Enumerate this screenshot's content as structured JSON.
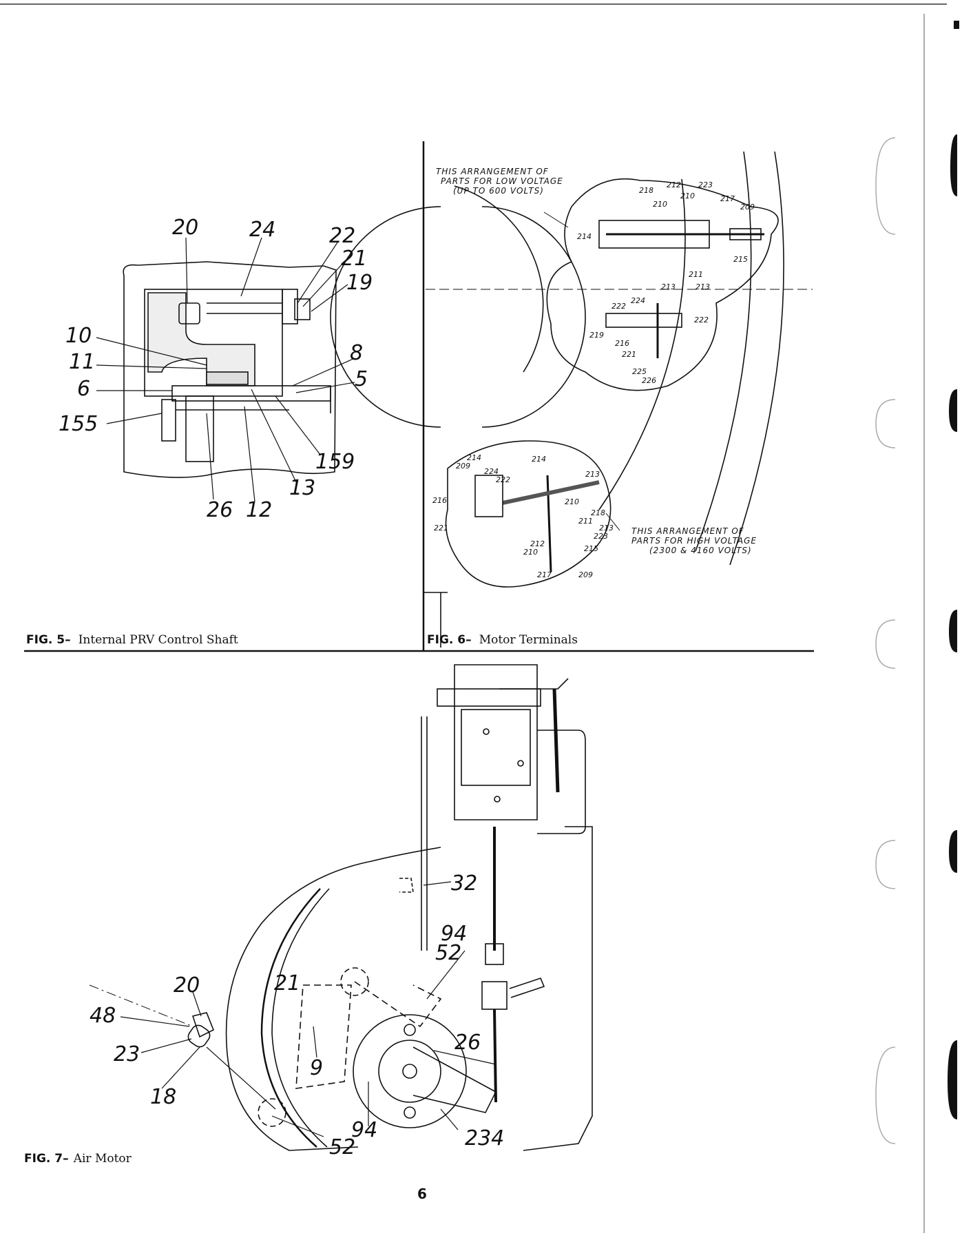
{
  "page_number": "6",
  "fig5": {
    "label": "FIG. 5–",
    "title": "Internal PRV Control Shaft",
    "callouts": [
      "20",
      "24",
      "22",
      "21",
      "19",
      "10",
      "11",
      "6",
      "155",
      "8",
      "5",
      "159",
      "13",
      "26",
      "12"
    ]
  },
  "fig6": {
    "label": "FIG. 6–",
    "title": "Motor Terminals",
    "note_low": [
      "THIS ARRANGEMENT OF",
      "PARTS FOR LOW VOLTAGE",
      "(UP TO 600 VOLTS)"
    ],
    "note_high": [
      "THIS ARRANGEMENT OF",
      "PARTS FOR HIGH VOLTAGE",
      "(2300 & 4160 VOLTS)"
    ],
    "callouts": [
      "218",
      "212",
      "223",
      "210",
      "210",
      "217",
      "209",
      "214",
      "215",
      "211",
      "213",
      "213",
      "222",
      "224",
      "222",
      "219",
      "216",
      "221",
      "225",
      "226",
      "214",
      "214",
      "209",
      "224",
      "222",
      "213",
      "216",
      "210",
      "211",
      "218",
      "221",
      "213",
      "223",
      "212",
      "210",
      "215",
      "217",
      "209"
    ]
  },
  "fig7": {
    "label": "FIG. 7–",
    "title": "Air Motor",
    "callouts": [
      "32",
      "94",
      "52",
      "20",
      "21",
      "48",
      "23",
      "18",
      "9",
      "26",
      "94",
      "52",
      "234"
    ]
  }
}
